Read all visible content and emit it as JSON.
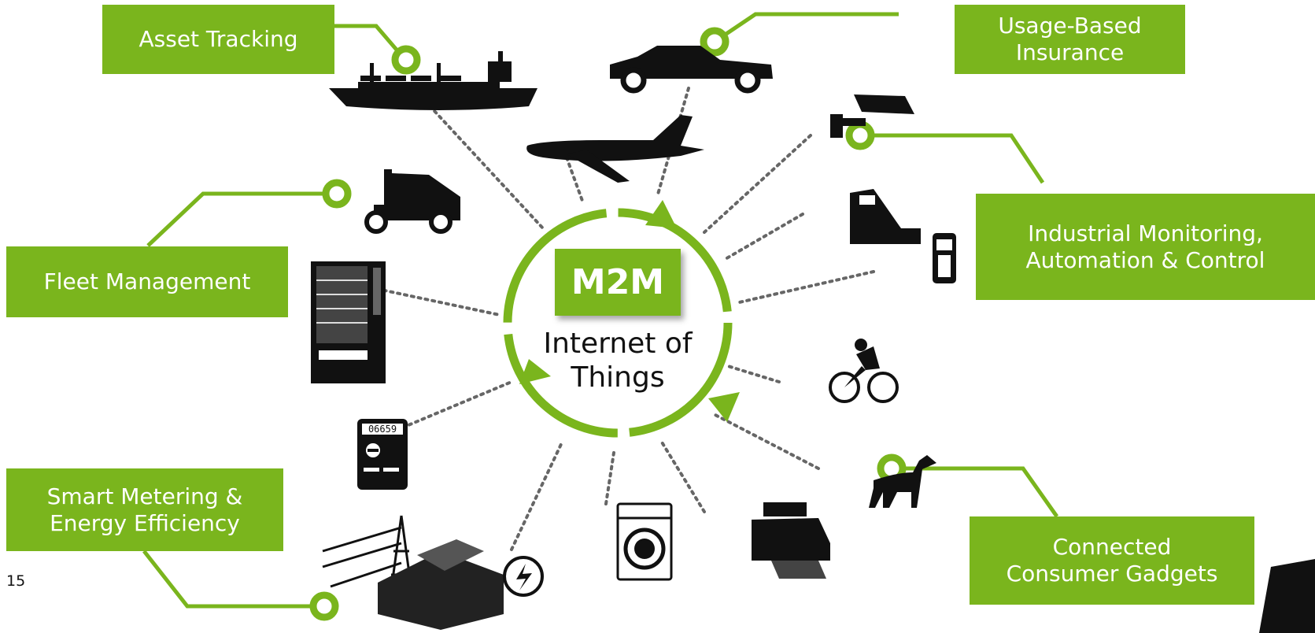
{
  "center": {
    "badge": "M2M",
    "title": "Internet of\nThings"
  },
  "labels": {
    "asset_tracking": "Asset Tracking",
    "usage_based_insurance": "Usage-Based\nInsurance",
    "fleet_management": "Fleet Management",
    "industrial_monitoring": "Industrial  Monitoring,\nAutomation & Control",
    "smart_metering": "Smart Metering  &\nEnergy Efficiency",
    "connected_gadgets": "Connected\nConsumer Gadgets"
  },
  "meter_reading": "06659",
  "page_number": "15",
  "colors": {
    "accent": "#7ab51d",
    "icon": "#111111",
    "dots": "#666666"
  },
  "icons": [
    "cargo-ship-icon",
    "car-icon",
    "airplane-icon",
    "security-camera-icon",
    "semi-truck-icon",
    "cash-register-icon",
    "handheld-terminal-icon",
    "vending-machine-icon",
    "cyclist-icon",
    "electric-meter-icon",
    "dog-icon",
    "power-plant-icon",
    "washing-machine-icon",
    "printer-icon"
  ]
}
